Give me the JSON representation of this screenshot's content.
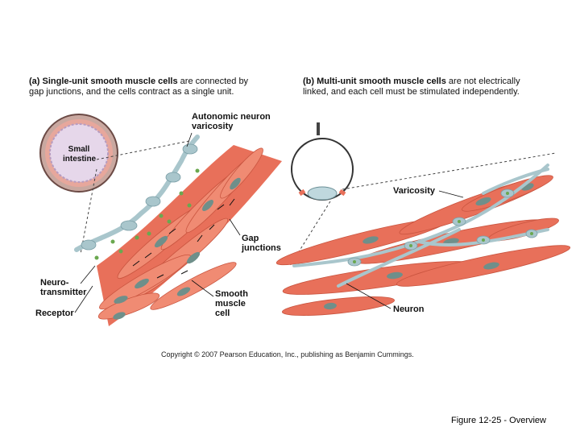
{
  "panel_a": {
    "letter": "(a)",
    "heading": "Single-unit smooth muscle cells",
    "text_rest": " are connected by gap junctions, and the cells contract as a single unit."
  },
  "panel_b": {
    "letter": "(b)",
    "heading": "Multi-unit smooth muscle cells",
    "text_rest": " are not electrically linked, and each cell must be stimulated independently."
  },
  "labels": {
    "small_intestine_1": "Small",
    "small_intestine_2": "intestine",
    "autonomic_1": "Autonomic neuron",
    "autonomic_2": "varicosity",
    "gap_1": "Gap",
    "gap_2": "junctions",
    "smooth_1": "Smooth",
    "smooth_2": "muscle",
    "smooth_3": "cell",
    "neuro_1": "Neuro-",
    "neuro_2": "transmitter",
    "receptor": "Receptor",
    "varicosity": "Varicosity",
    "neuron": "Neuron"
  },
  "copyright": "Copyright © 2007 Pearson Education, Inc., publishing as Benjamin Cummings.",
  "caption": "Figure 12-25 - Overview",
  "colors": {
    "muscle": "#e8705a",
    "muscle_light": "#f19a84",
    "nucleus": "#6f8f8a",
    "neuron": "#a9c6cc",
    "vesicle": "#6aa84f",
    "intestine_inner": "#e6d7ea"
  }
}
